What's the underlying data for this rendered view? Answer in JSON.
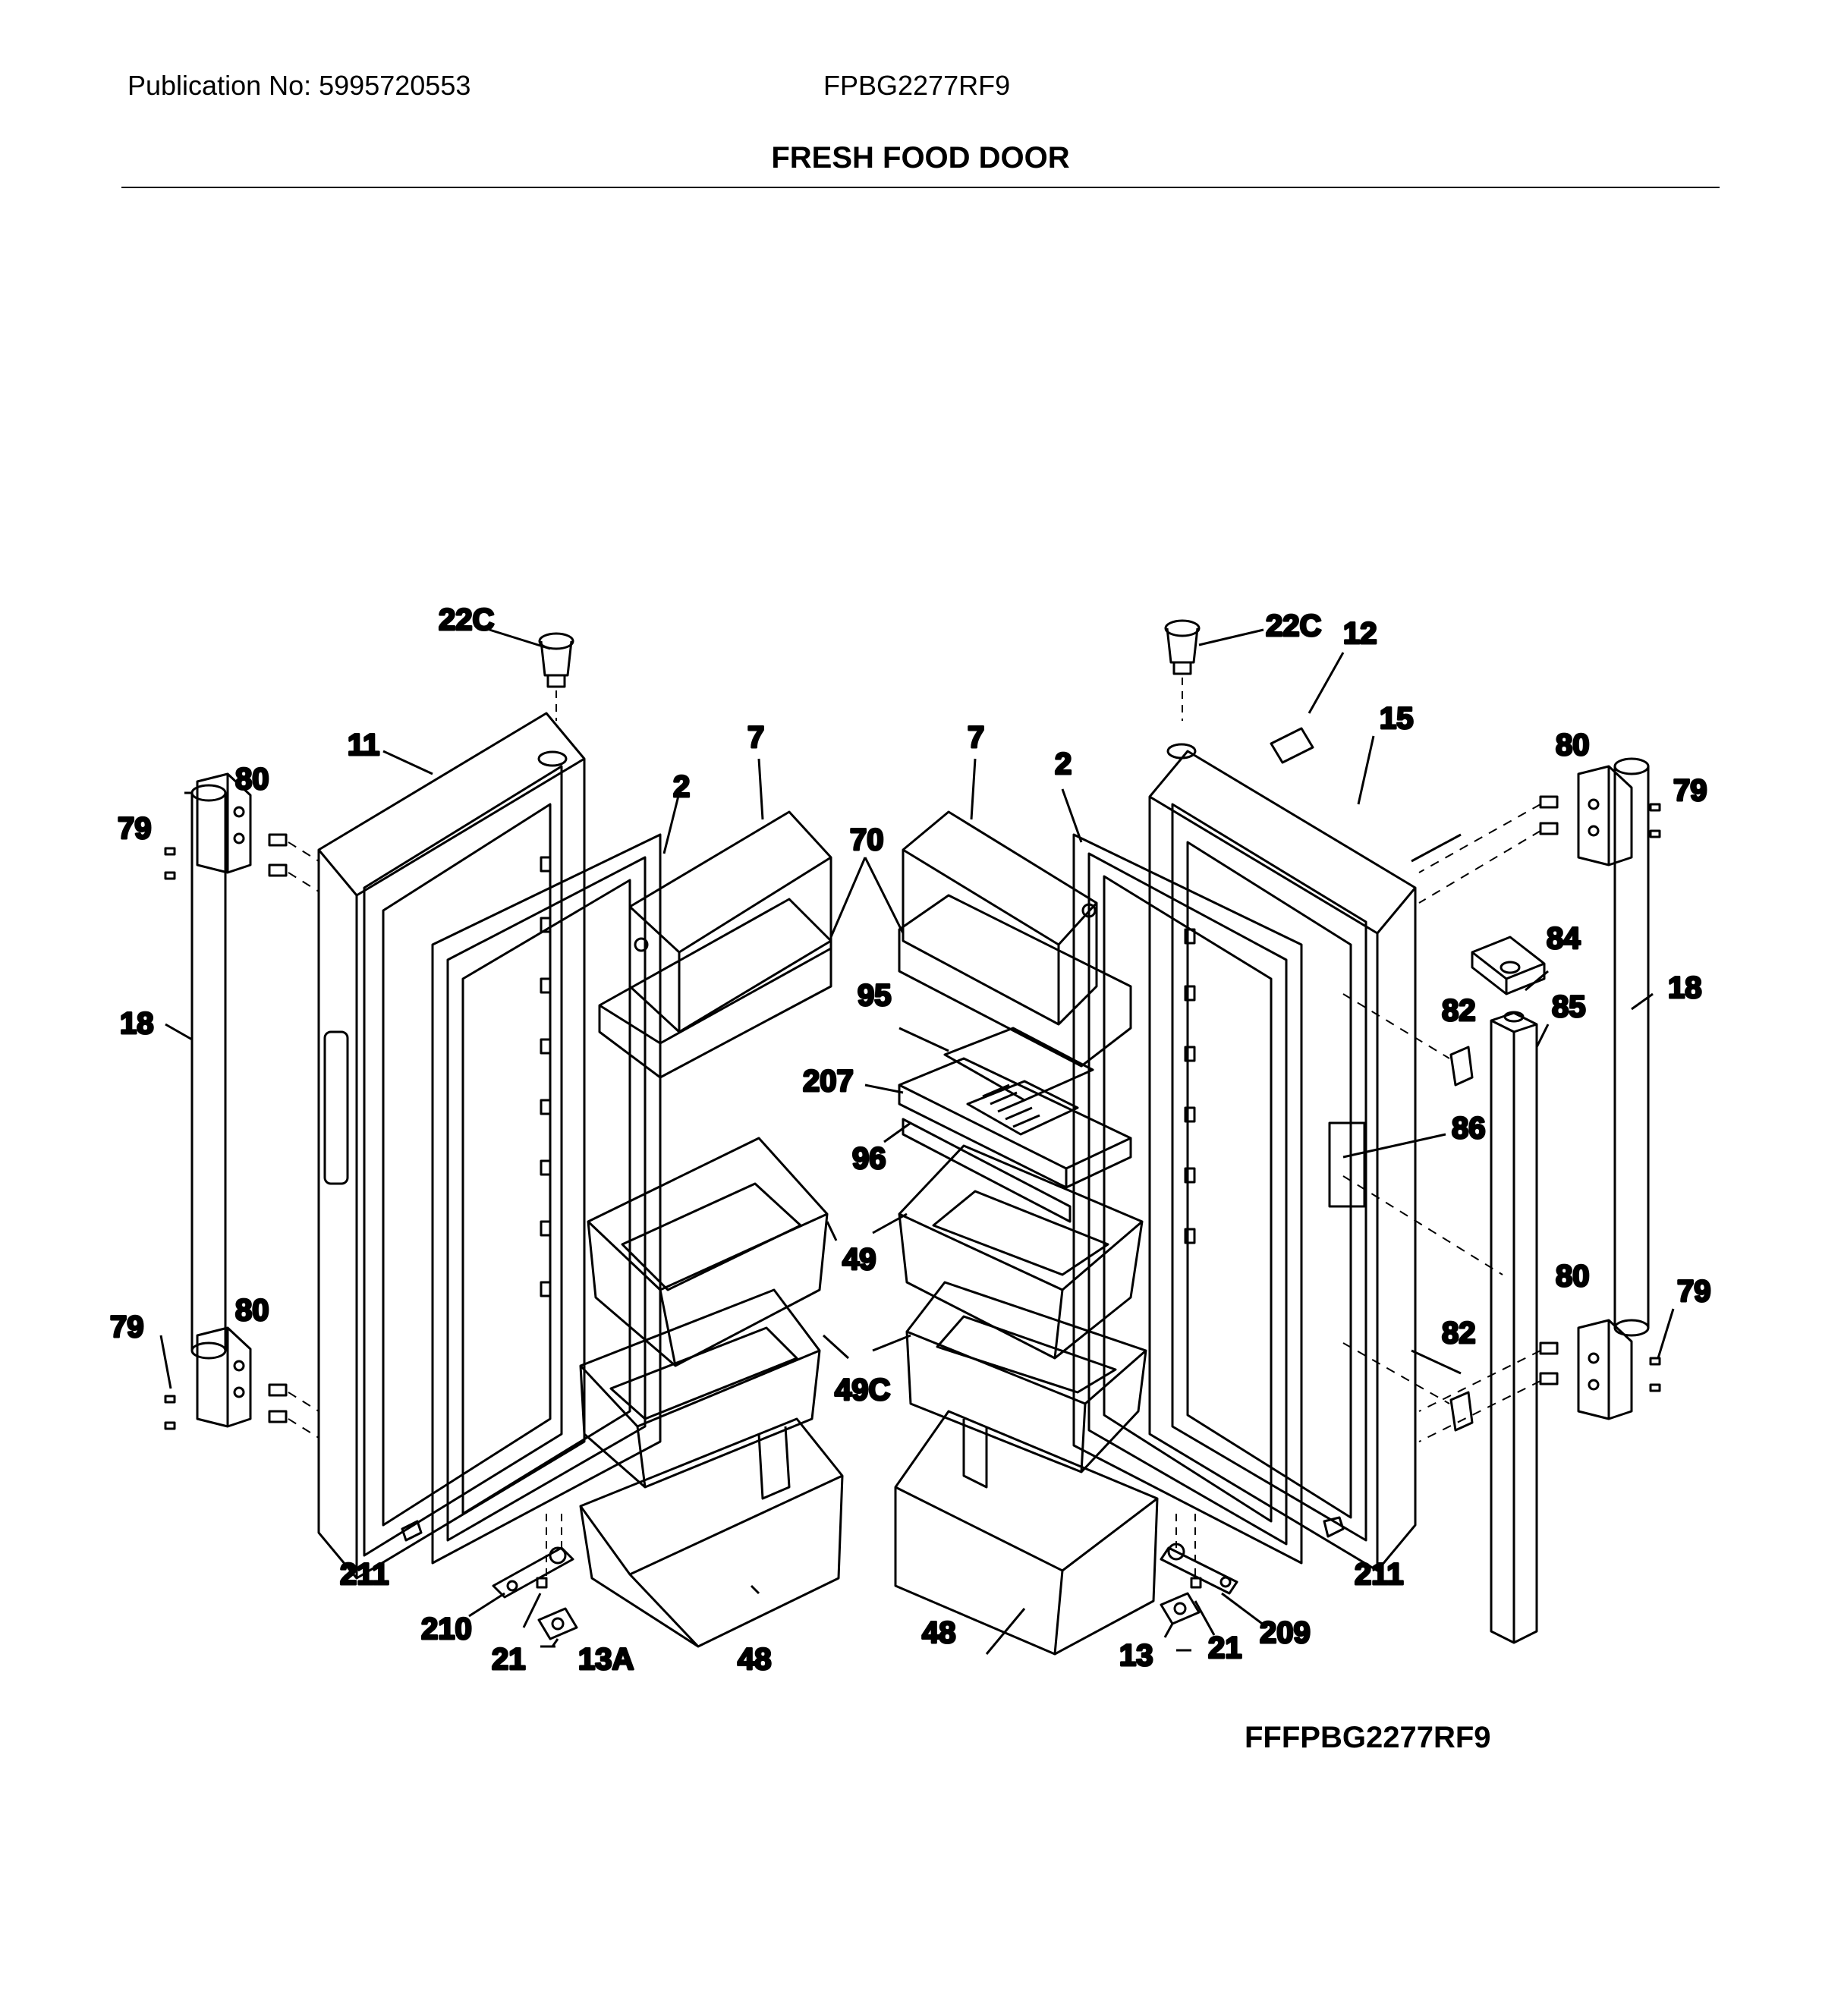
{
  "header": {
    "publication": "Publication No: 5995720553",
    "model": "FPBG2277RF9",
    "title": "FRESH FOOD DOOR"
  },
  "footer": {
    "identifier": "FFFPBG2277RF9"
  },
  "callouts": {
    "c22c_left": "22C",
    "c22c_right": "22C",
    "c12": "12",
    "c11": "11",
    "c15": "15",
    "c7_left": "7",
    "c7_right": "7",
    "c2_left": "2",
    "c2_right": "2",
    "c80_tl": "80",
    "c79_tl": "79",
    "c80_tr": "80",
    "c79_tr": "79",
    "c18_left": "18",
    "c18_right": "18",
    "c70": "70",
    "c84": "84",
    "c82_top": "82",
    "c85": "85",
    "c95": "95",
    "c207": "207",
    "c96": "96",
    "c86": "86",
    "c49_left": "49",
    "c49c": "49C",
    "c79_bl": "79",
    "c80_bl": "80",
    "c80_br": "80",
    "c79_br": "79",
    "c82_bot": "82",
    "c211_left": "211",
    "c211_right": "211",
    "c210": "210",
    "c21_left": "21",
    "c13a": "13A",
    "c48_left": "48",
    "c48_right": "48",
    "c13": "13",
    "c21_right": "21",
    "c209": "209"
  }
}
